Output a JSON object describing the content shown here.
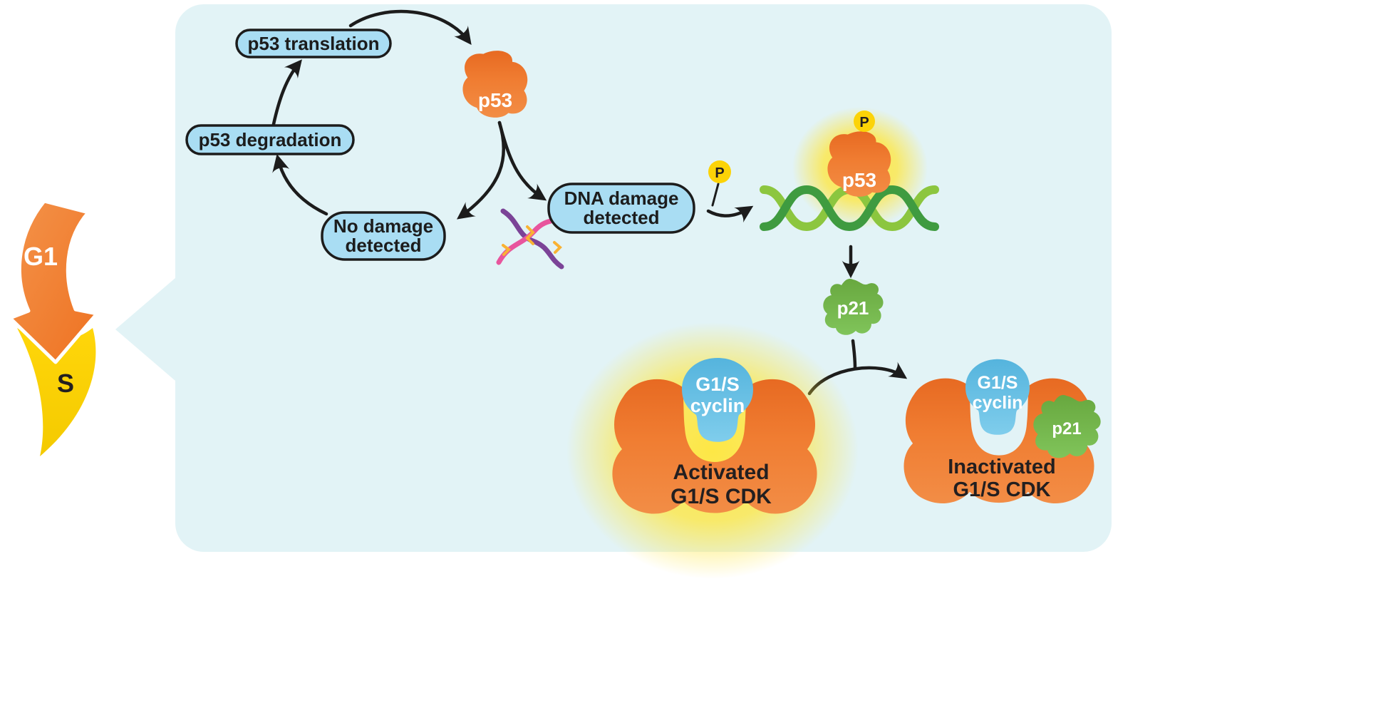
{
  "cell_phase": {
    "g1_label": "G1",
    "s_label": "S"
  },
  "panel": {
    "p53_cycle": {
      "translation_pill": "p53 translation",
      "degradation_pill": "p53 degradation",
      "p53_label": "p53"
    },
    "damage_check": {
      "no_damage_pill": {
        "line1": "No damage",
        "line2": "detected"
      },
      "dna_damage_pill": {
        "line1": "DNA damage",
        "line2": "detected"
      },
      "free_phosphate_label": "P"
    },
    "dna_binding": {
      "p53_label": "p53",
      "phosphate_label": "P"
    },
    "p21_label": "p21",
    "activated_cdk": {
      "cyclin": {
        "line1": "G1/S",
        "line2": "cyclin"
      },
      "label": {
        "line1": "Activated",
        "line2": "G1/S CDK"
      }
    },
    "inactivated_cdk": {
      "cyclin": {
        "line1": "G1/S",
        "line2": "cyclin"
      },
      "p21_label": "p21",
      "label": {
        "line1": "Inactivated",
        "line2": "G1/S CDK"
      }
    }
  },
  "colors": {
    "panel_bg": "#e2f3f6",
    "pill_fill": "#a9ddf3",
    "outline": "#1c1c1c",
    "protein_orange": "#f07d32",
    "phosphate_yellow": "#fcd307",
    "glow_yellow": "#ffe63c",
    "p21_green": "#76b94e",
    "cyclin_blue": "#66c0e6",
    "helix_light_green": "#8cc63f",
    "helix_dark_green": "#3f9b40",
    "g1_arrow_orange": "#f0832f",
    "s_arrow_yellow": "#fcd404",
    "dna_pink": "#e8559d",
    "dna_purple": "#7b4397"
  }
}
